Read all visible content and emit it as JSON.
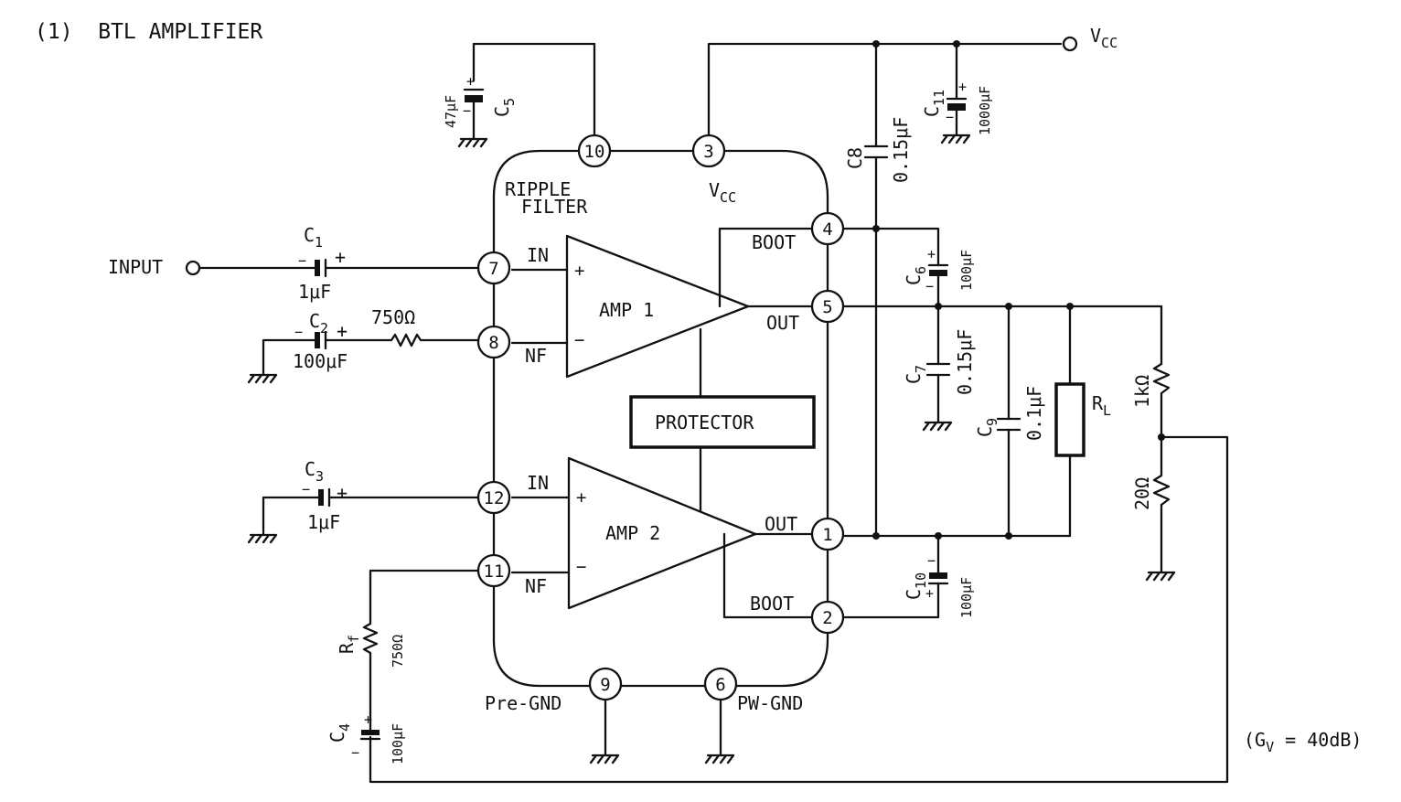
{
  "title": "(1)  BTL AMPLIFIER",
  "gain": "(G",
  "gain_sub": "V",
  "gain_val": " = 40dB)",
  "blocks": {
    "amp1": "AMP 1",
    "amp2": "AMP 2",
    "protector": "PROTECTOR",
    "ripple1": "RIPPLE",
    "ripple2": "FILTER"
  },
  "pins": [
    "10",
    "3",
    "4",
    "5",
    "7",
    "8",
    "12",
    "11",
    "1",
    "2",
    "9",
    "6"
  ],
  "pin_labels": {
    "in1": "IN",
    "nf1": "NF",
    "in2": "IN",
    "nf2": "NF",
    "boot1": "BOOT",
    "boot2": "BOOT",
    "out1": "OUT",
    "out2": "OUT",
    "vcc": "V",
    "vcc_sub": "CC",
    "pregnd": "Pre-GND",
    "pwgnd": "PW-GND"
  },
  "supply": {
    "label": "V",
    "sub": "CC"
  },
  "input_label": "INPUT",
  "components": {
    "c1": {
      "name": "C",
      "sub": "1",
      "value": "1μF"
    },
    "c2": {
      "name": "C",
      "sub": "2",
      "value": "100μF"
    },
    "r_in": {
      "value": "750Ω"
    },
    "c3": {
      "name": "C",
      "sub": "3",
      "value": "1μF"
    },
    "c4": {
      "name": "C",
      "sub": "4",
      "value": "100μF"
    },
    "c5": {
      "name": "C",
      "sub": "5",
      "value": "47μF"
    },
    "c6": {
      "name": "C",
      "sub": "6",
      "value": "100μF"
    },
    "c7": {
      "name": "C",
      "sub": "7",
      "value": "0.15μF"
    },
    "c8": {
      "name": "C8",
      "value": "0.15μF"
    },
    "c9": {
      "name": "C",
      "sub": "9",
      "value": "0.1μF"
    },
    "c10": {
      "name": "C",
      "sub": "10",
      "value": "100μF"
    },
    "c11": {
      "name": "C",
      "sub": "11",
      "value": "1000μF"
    },
    "rf": {
      "name": "R",
      "sub": "f",
      "value": "750Ω"
    },
    "rl": {
      "name": "R",
      "sub": "L"
    },
    "r1k": {
      "value": "1kΩ"
    },
    "r20": {
      "value": "20Ω"
    }
  },
  "polarity": {
    "plus": "+",
    "minus": "−"
  }
}
